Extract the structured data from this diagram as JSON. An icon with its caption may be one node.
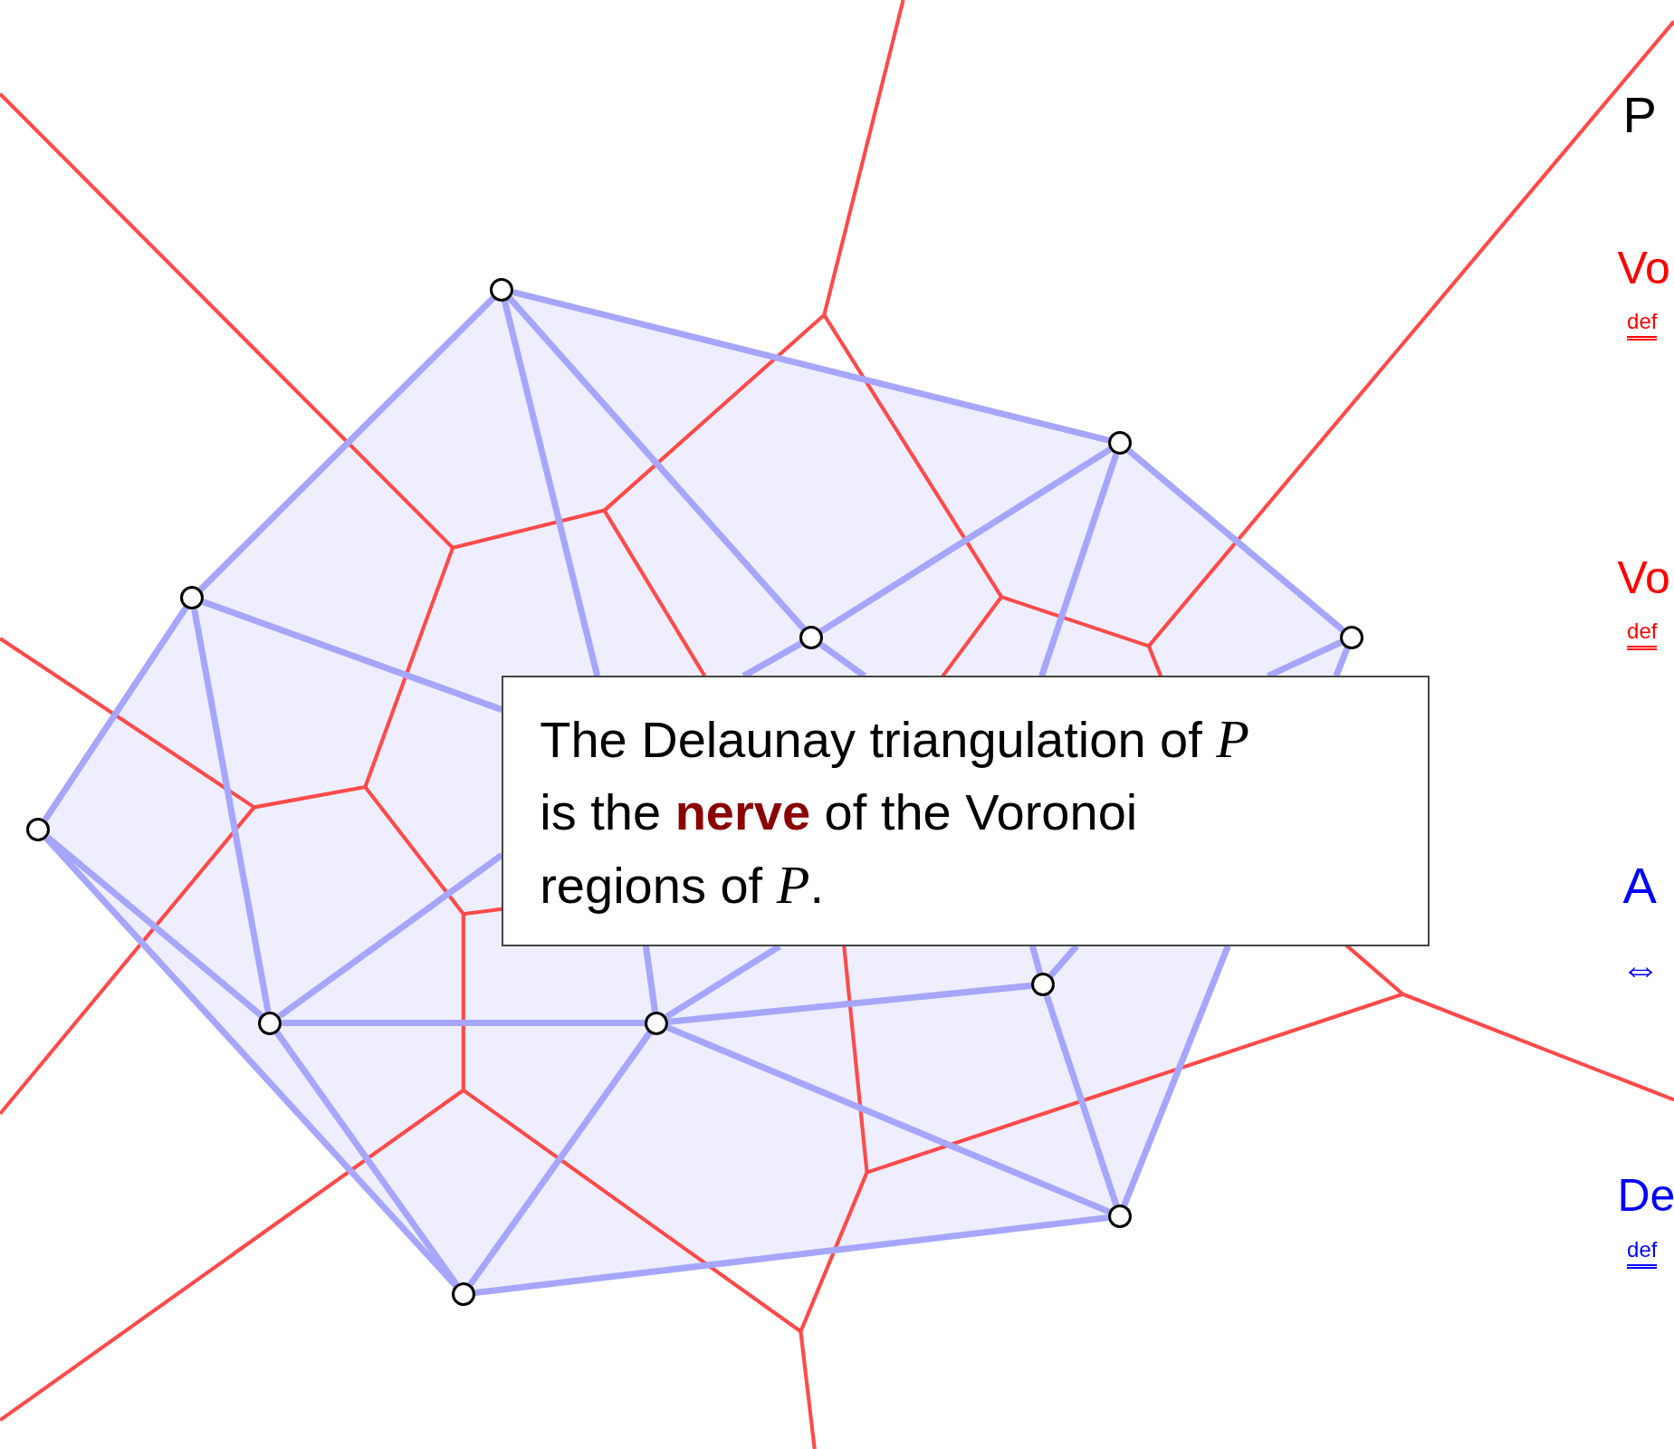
{
  "diagram": {
    "nodes": [
      {
        "text": [],
        "shape": "circle"
      },
      {
        "text": [],
        "shape": "circle"
      },
      {
        "text": [],
        "shape": "circle"
      },
      {
        "text": [],
        "shape": "circle"
      },
      {
        "text": [],
        "shape": "circle"
      },
      {
        "text": [],
        "shape": "circle"
      },
      {
        "text": [],
        "shape": "circle"
      },
      {
        "text": [],
        "shape": "circle"
      },
      {
        "text": [],
        "shape": "circle"
      },
      {
        "text": [],
        "shape": "circle"
      },
      {
        "text": [],
        "shape": "circle"
      },
      {
        "text": [
          "The Delaunay triangulation of *P* is the **nerve** of the Voronoi regions of *P*."
        ]
      }
    ],
    "edges": [
      {
        "from": 0,
        "to": 1,
        "arrow": "none"
      },
      {
        "from": 0,
        "to": 2,
        "arrow": "none"
      },
      {
        "from": 0,
        "to": 3,
        "arrow": "none"
      },
      {
        "from": 0,
        "to": 11,
        "arrow": "none"
      },
      {
        "from": 1,
        "to": 3,
        "arrow": "none"
      },
      {
        "from": 1,
        "to": 4,
        "arrow": "none"
      },
      {
        "from": 1,
        "to": 11,
        "arrow": "none"
      },
      {
        "from": 3,
        "to": 11,
        "arrow": "none"
      },
      {
        "from": 3,
        "to": 11,
        "arrow": "none"
      },
      {
        "from": 4,
        "to": 11,
        "arrow": "none"
      },
      {
        "from": 4,
        "to": 11,
        "arrow": "none"
      },
      {
        "from": 2,
        "to": 5,
        "arrow": "none"
      },
      {
        "from": 2,
        "to": 7,
        "arrow": "none"
      },
      {
        "from": 2,
        "to": 11,
        "arrow": "none"
      },
      {
        "from": 5,
        "to": 7,
        "arrow": "none"
      },
      {
        "from": 5,
        "to": 10,
        "arrow": "none"
      },
      {
        "from": 7,
        "to": 8,
        "arrow": "none"
      },
      {
        "from": 7,
        "to": 10,
        "arrow": "none"
      },
      {
        "from": 7,
        "to": 11,
        "arrow": "none"
      },
      {
        "from": 8,
        "to": 6,
        "arrow": "none"
      },
      {
        "from": 8,
        "to": 10,
        "arrow": "none"
      },
      {
        "from": 8,
        "to": 9,
        "arrow": "none"
      },
      {
        "from": 8,
        "to": 11,
        "arrow": "none"
      },
      {
        "from": 8,
        "to": 11,
        "arrow": "none"
      },
      {
        "from": 6,
        "to": 9,
        "arrow": "none"
      },
      {
        "from": 6,
        "to": 11,
        "arrow": "none"
      },
      {
        "from": 6,
        "to": 11,
        "arrow": "none"
      },
      {
        "from": 9,
        "to": 10,
        "arrow": "none"
      },
      {
        "from": 9,
        "to": 11,
        "arrow": "none"
      }
    ],
    "labels": [
      "P",
      "Vo",
      "def",
      "Vo",
      "def",
      "A",
      "⇔",
      "De",
      "def"
    ]
  }
}
